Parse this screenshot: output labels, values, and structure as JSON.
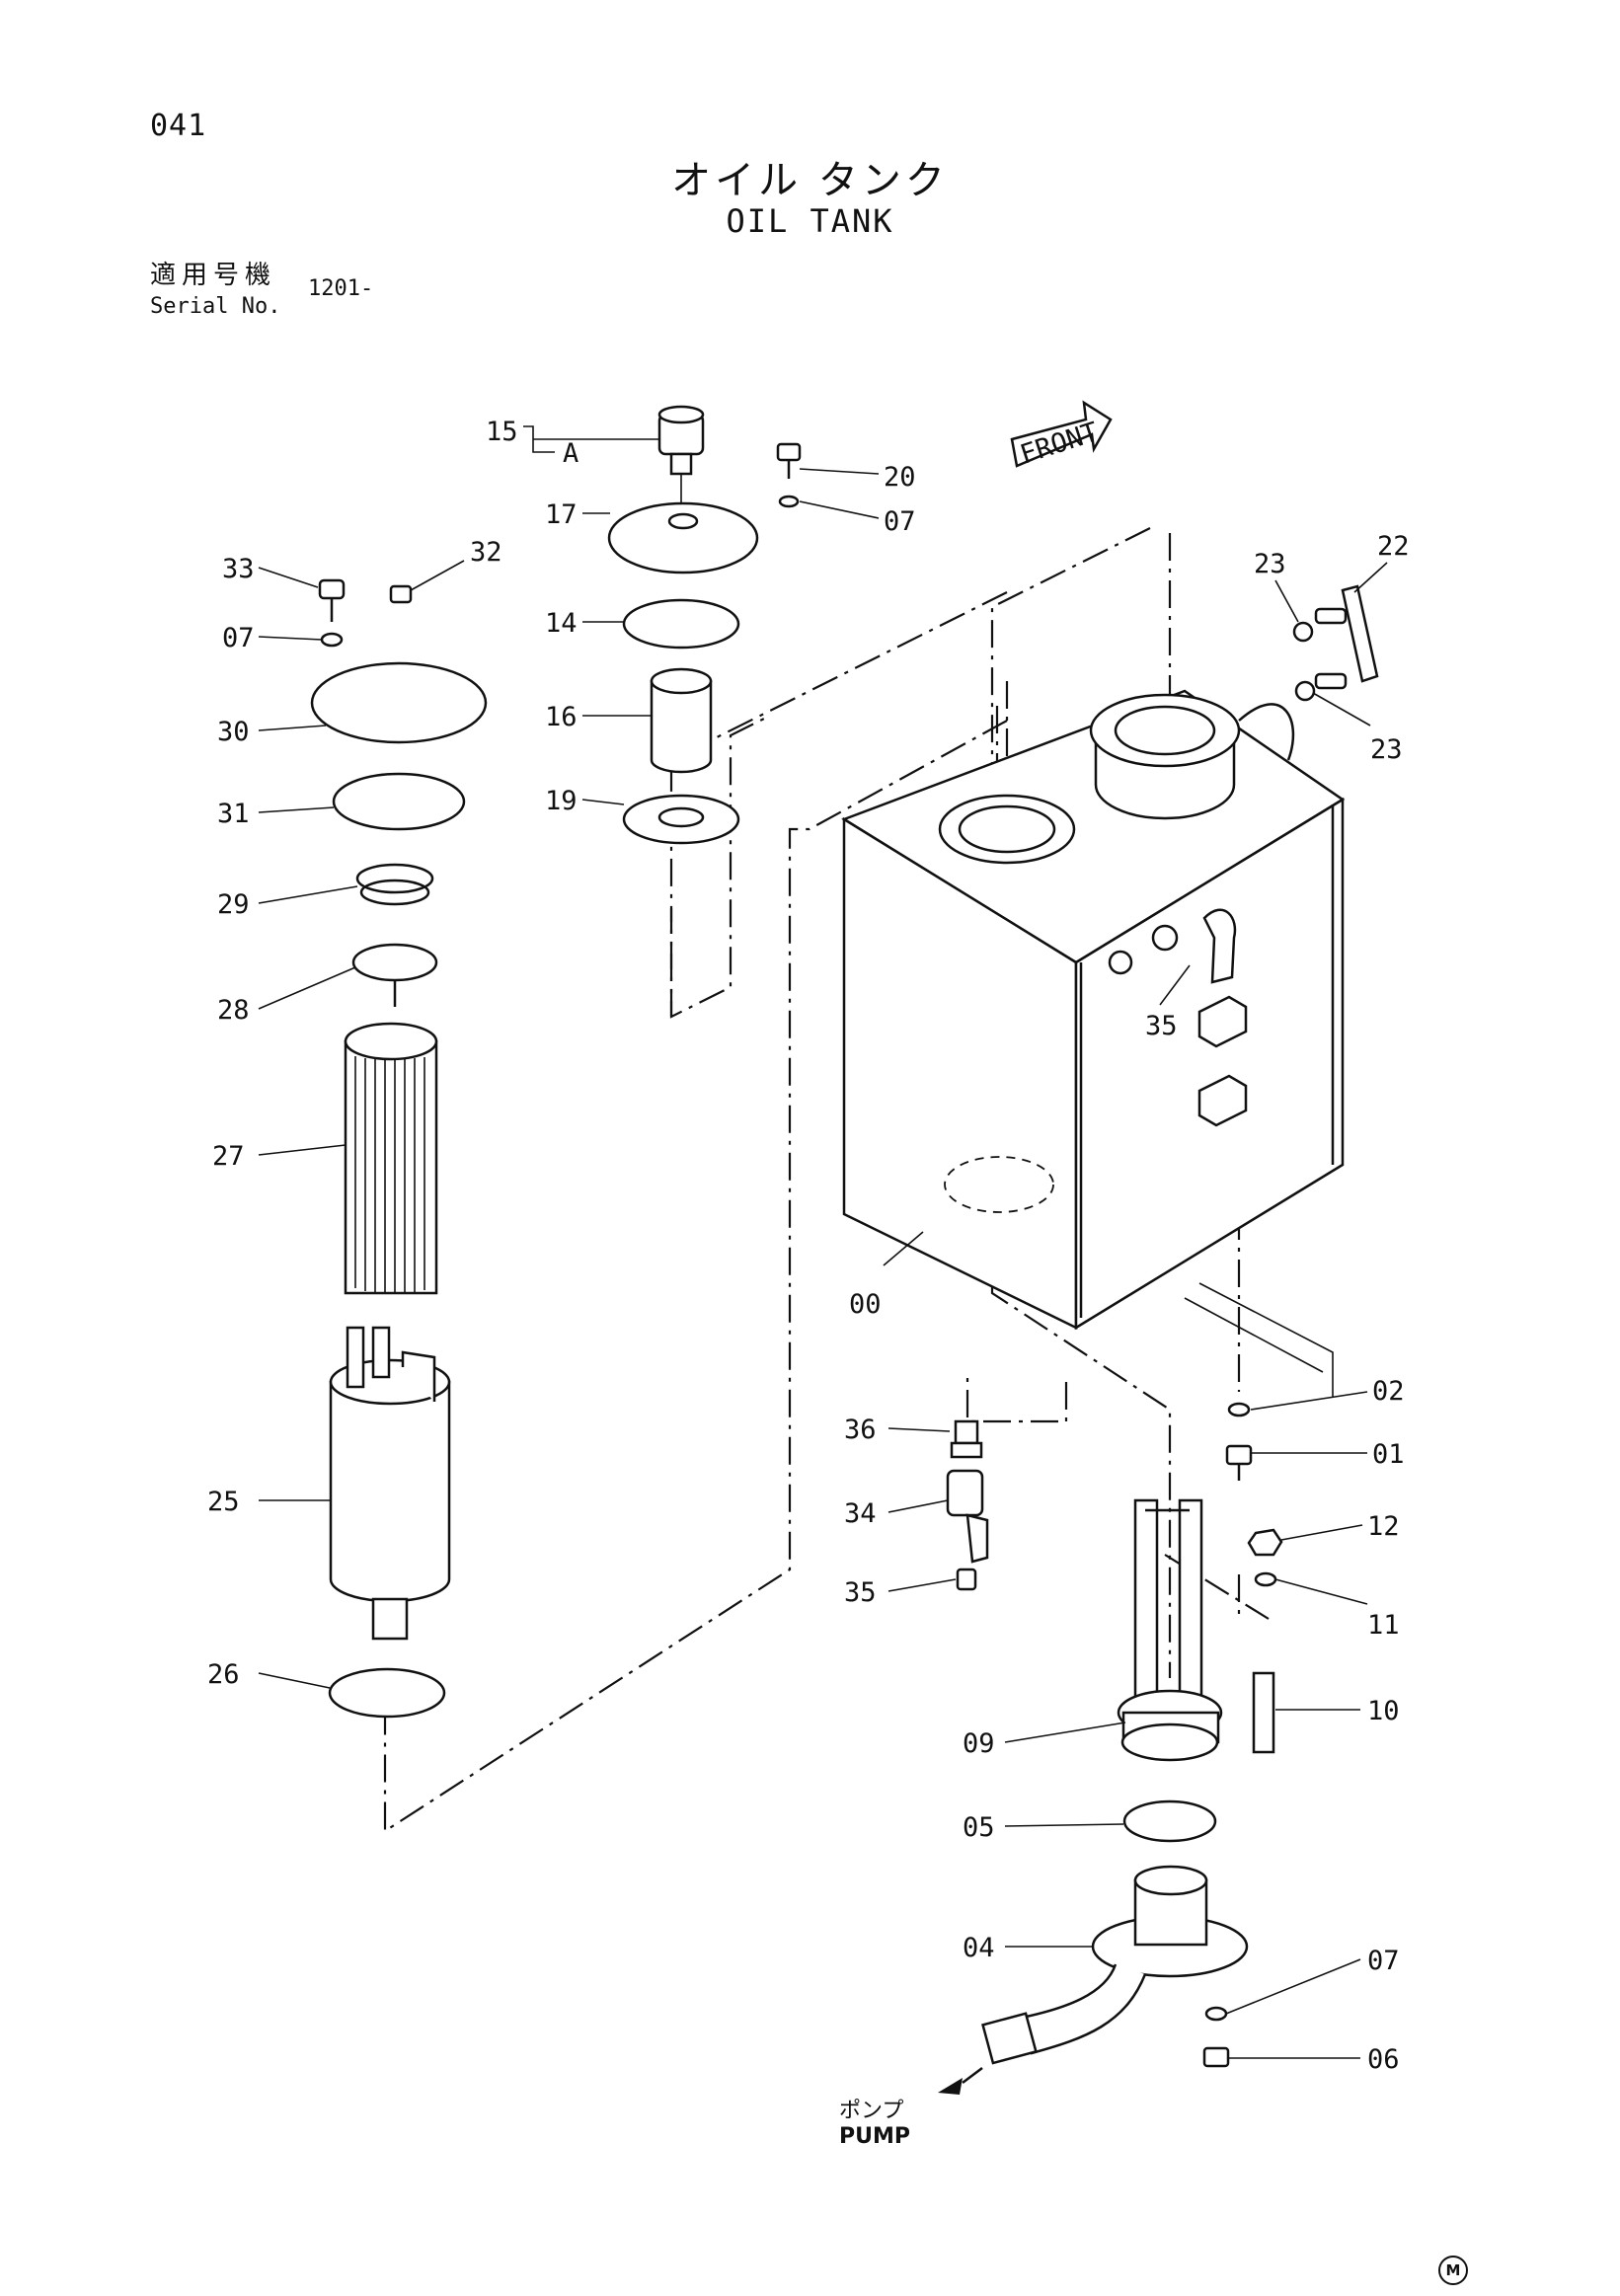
{
  "header": {
    "page_number": "041",
    "title_jp": "オイル タンク",
    "title_en": "OIL TANK",
    "serial_label_jp": "適用号機",
    "serial_label_en": "Serial No.",
    "serial_value": "1201-"
  },
  "diagram": {
    "front_label": "FRONT",
    "sub_assembly_label": "A",
    "pump_label_jp": "ポンプ",
    "pump_label_en": "PUMP",
    "mark": "M",
    "callouts": [
      "15",
      "20",
      "07",
      "17",
      "14",
      "16",
      "19",
      "33",
      "32",
      "07",
      "30",
      "31",
      "29",
      "28",
      "27",
      "25",
      "26",
      "23",
      "22",
      "23",
      "35",
      "00",
      "36",
      "34",
      "35",
      "02",
      "01",
      "12",
      "11",
      "10",
      "09",
      "05",
      "04",
      "07",
      "06"
    ]
  }
}
